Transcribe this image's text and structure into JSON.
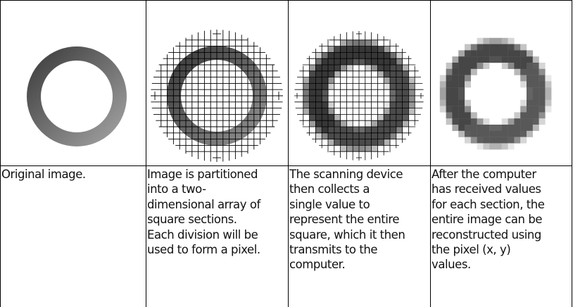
{
  "columns": [
    {
      "panel": "original",
      "caption_lines": [
        "Original image."
      ]
    },
    {
      "panel": "partitioned",
      "caption_lines": [
        "Image is partitioned",
        "into a two-",
        "dimensional array of",
        "square sections.",
        "Each division will be",
        "used to form a pixel."
      ]
    },
    {
      "panel": "scanned",
      "caption_lines": [
        "The scanning device",
        "then collects a",
        "single value to",
        "represent the entire",
        "square, which it then",
        "transmits to the",
        "computer."
      ]
    },
    {
      "panel": "reconstructed",
      "caption_lines": [
        "After the computer",
        "has received values",
        "for each section, the",
        "entire image can be",
        "reconstructed using",
        "the pixel (x, y)",
        "values."
      ]
    }
  ],
  "colors": {
    "ring_dark": "#3f3f3f",
    "ring_light": "#9a9a9a",
    "grid": "#000000",
    "border": "#000000"
  }
}
